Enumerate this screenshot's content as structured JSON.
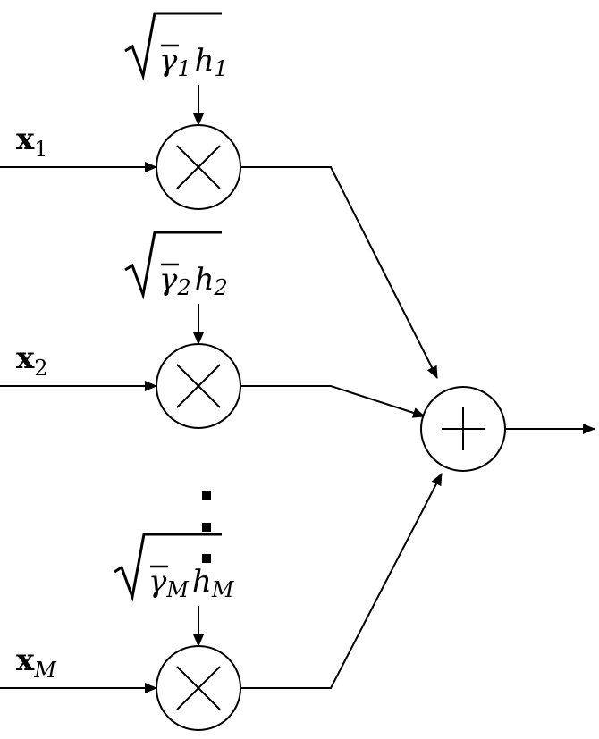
{
  "diagram": {
    "branches": [
      {
        "input": {
          "symbol": "x",
          "sub": "1"
        },
        "gain": {
          "gamma": "γ",
          "gamma_sub": "1",
          "h": "h",
          "h_sub": "1"
        },
        "operator": "×"
      },
      {
        "input": {
          "symbol": "x",
          "sub": "2"
        },
        "gain": {
          "gamma": "γ",
          "gamma_sub": "2",
          "h": "h",
          "h_sub": "2"
        },
        "operator": "×"
      },
      {
        "input": {
          "symbol": "x",
          "sub": "M"
        },
        "gain": {
          "gamma": "γ",
          "gamma_sub": "M",
          "h": "h",
          "h_sub": "M"
        },
        "operator": "×"
      }
    ],
    "ellipsis": "vertical-dots",
    "summer": {
      "operator": "+"
    },
    "line_color": "#000000",
    "background": "#ffffff"
  }
}
